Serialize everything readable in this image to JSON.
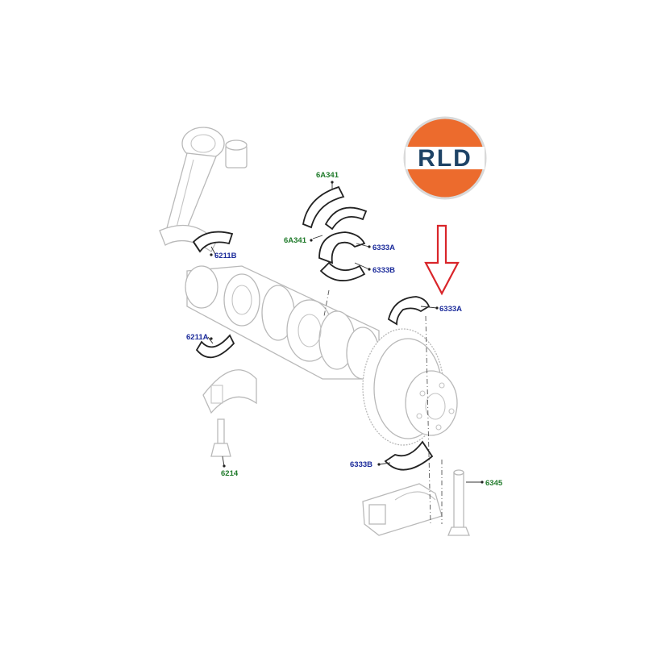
{
  "logo": {
    "text": "RLD",
    "ring_color": "#ec6b2d",
    "text_color": "#1e4366"
  },
  "arrow_color": "#d9252a",
  "label_colors": {
    "blue": "#1a2a9a",
    "green": "#1f7a2a"
  },
  "callouts": [
    {
      "id": "c1",
      "text": "6211B",
      "color": "blue"
    },
    {
      "id": "c2",
      "text": "6A341",
      "color": "green"
    },
    {
      "id": "c3",
      "text": "6A341",
      "color": "green"
    },
    {
      "id": "c4",
      "text": "6333A",
      "color": "blue"
    },
    {
      "id": "c5",
      "text": "6333B",
      "color": "blue"
    },
    {
      "id": "c6",
      "text": "6333A",
      "color": "blue"
    },
    {
      "id": "c7",
      "text": "6211A",
      "color": "blue"
    },
    {
      "id": "c8",
      "text": "6214",
      "color": "green"
    },
    {
      "id": "c9",
      "text": "6333B",
      "color": "blue"
    },
    {
      "id": "c10",
      "text": "6345",
      "color": "green"
    }
  ]
}
